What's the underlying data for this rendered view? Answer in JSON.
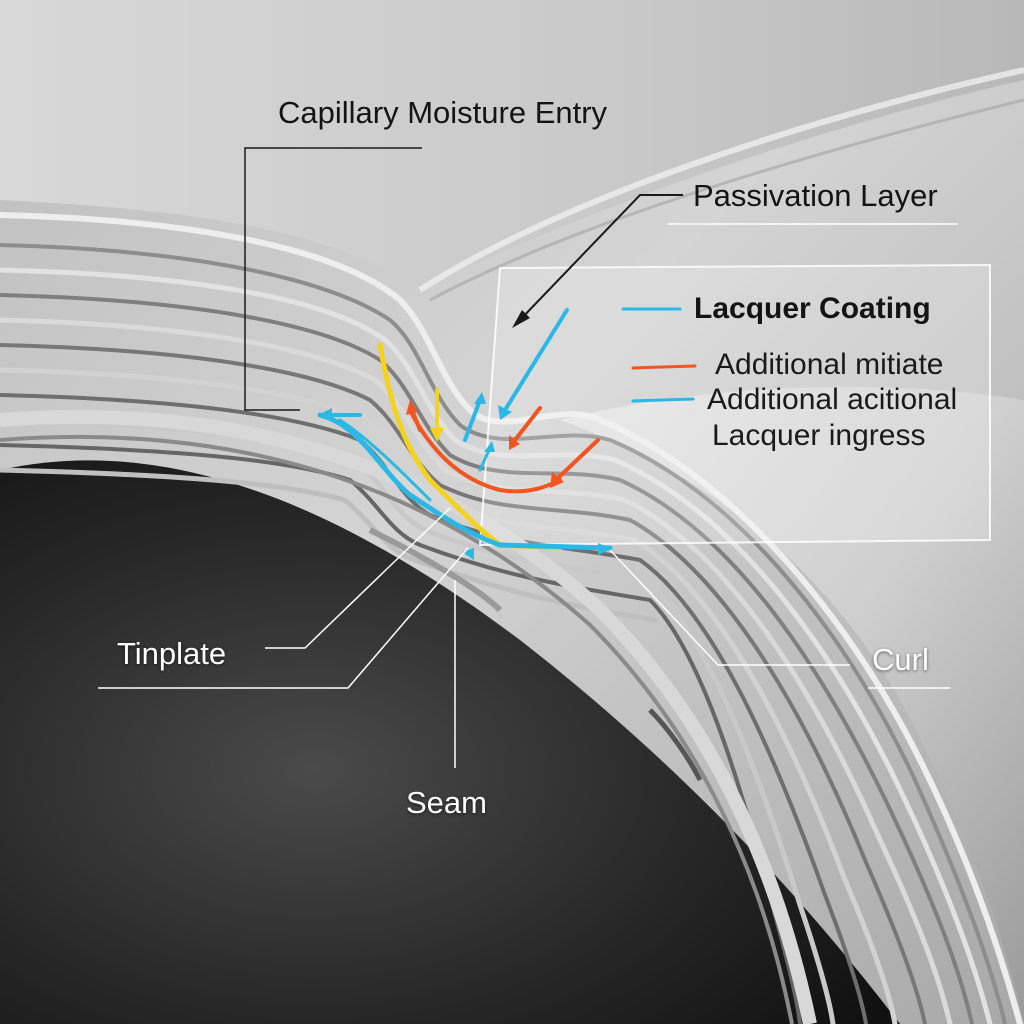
{
  "labels": {
    "capillary_moisture_entry": "Capillary Moisture Entry",
    "passivation_layer": "Passivation Layer",
    "tinplate": "Tinplate",
    "seam": "Seam",
    "curl": "Curl"
  },
  "legend": {
    "items": [
      {
        "text": "Lacquer Coating",
        "color": "#2bb8e6"
      },
      {
        "text": "Additional mitiate",
        "color": "#f2551f"
      },
      {
        "text": "Additional acitional",
        "color": "#2bb8e6"
      },
      {
        "text": "Lacquer ingress"
      }
    ]
  },
  "colors": {
    "moisture_path": "#f5d21f",
    "lacquer_path": "#2bb8e6",
    "additional_path": "#f2551f",
    "leader_dark": "#1a1a1a",
    "leader_light": "#ffffff"
  }
}
